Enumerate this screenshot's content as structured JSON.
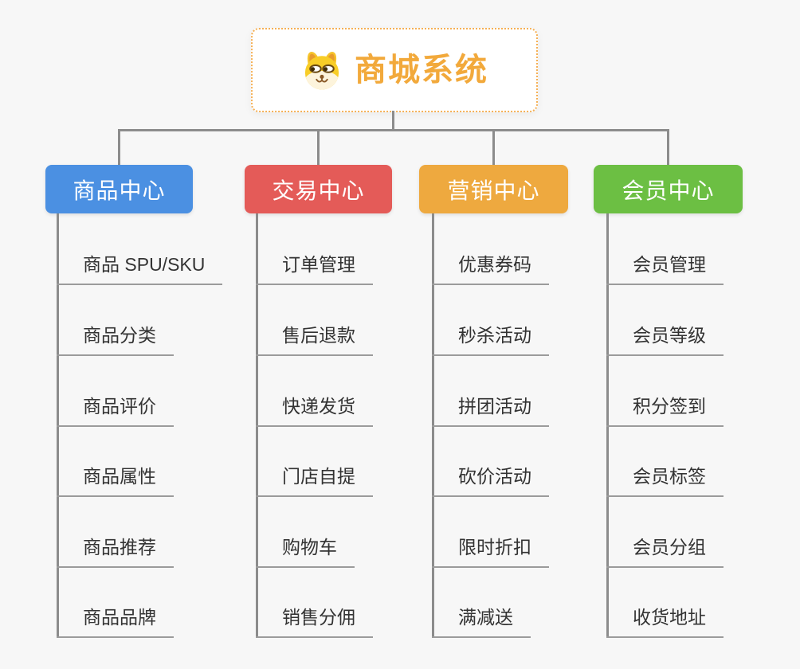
{
  "root": {
    "title": "商城系统",
    "icon": "dog-face"
  },
  "branches": [
    {
      "label": "商品中心",
      "color": "#4b90e2",
      "items": [
        "商品 SPU/SKU",
        "商品分类",
        "商品评价",
        "商品属性",
        "商品推荐",
        "商品品牌"
      ]
    },
    {
      "label": "交易中心",
      "color": "#e45b58",
      "items": [
        "订单管理",
        "售后退款",
        "快递发货",
        "门店自提",
        "购物车",
        "销售分佣"
      ]
    },
    {
      "label": "营销中心",
      "color": "#eea93f",
      "items": [
        "优惠券码",
        "秒杀活动",
        "拼团活动",
        "砍价活动",
        "限时折扣",
        "满减送"
      ]
    },
    {
      "label": "会员中心",
      "color": "#6cbf43",
      "items": [
        "会员管理",
        "会员等级",
        "积分签到",
        "会员标签",
        "会员分组",
        "收货地址"
      ]
    }
  ],
  "theme": {
    "background": "#f7f7f7",
    "root_border_color": "#f5b055",
    "root_title_color": "#f2a93b",
    "connector_color": "#8c8c8c",
    "leaf_line_color": "#9b9b9b",
    "leaf_text_color": "#333333"
  }
}
